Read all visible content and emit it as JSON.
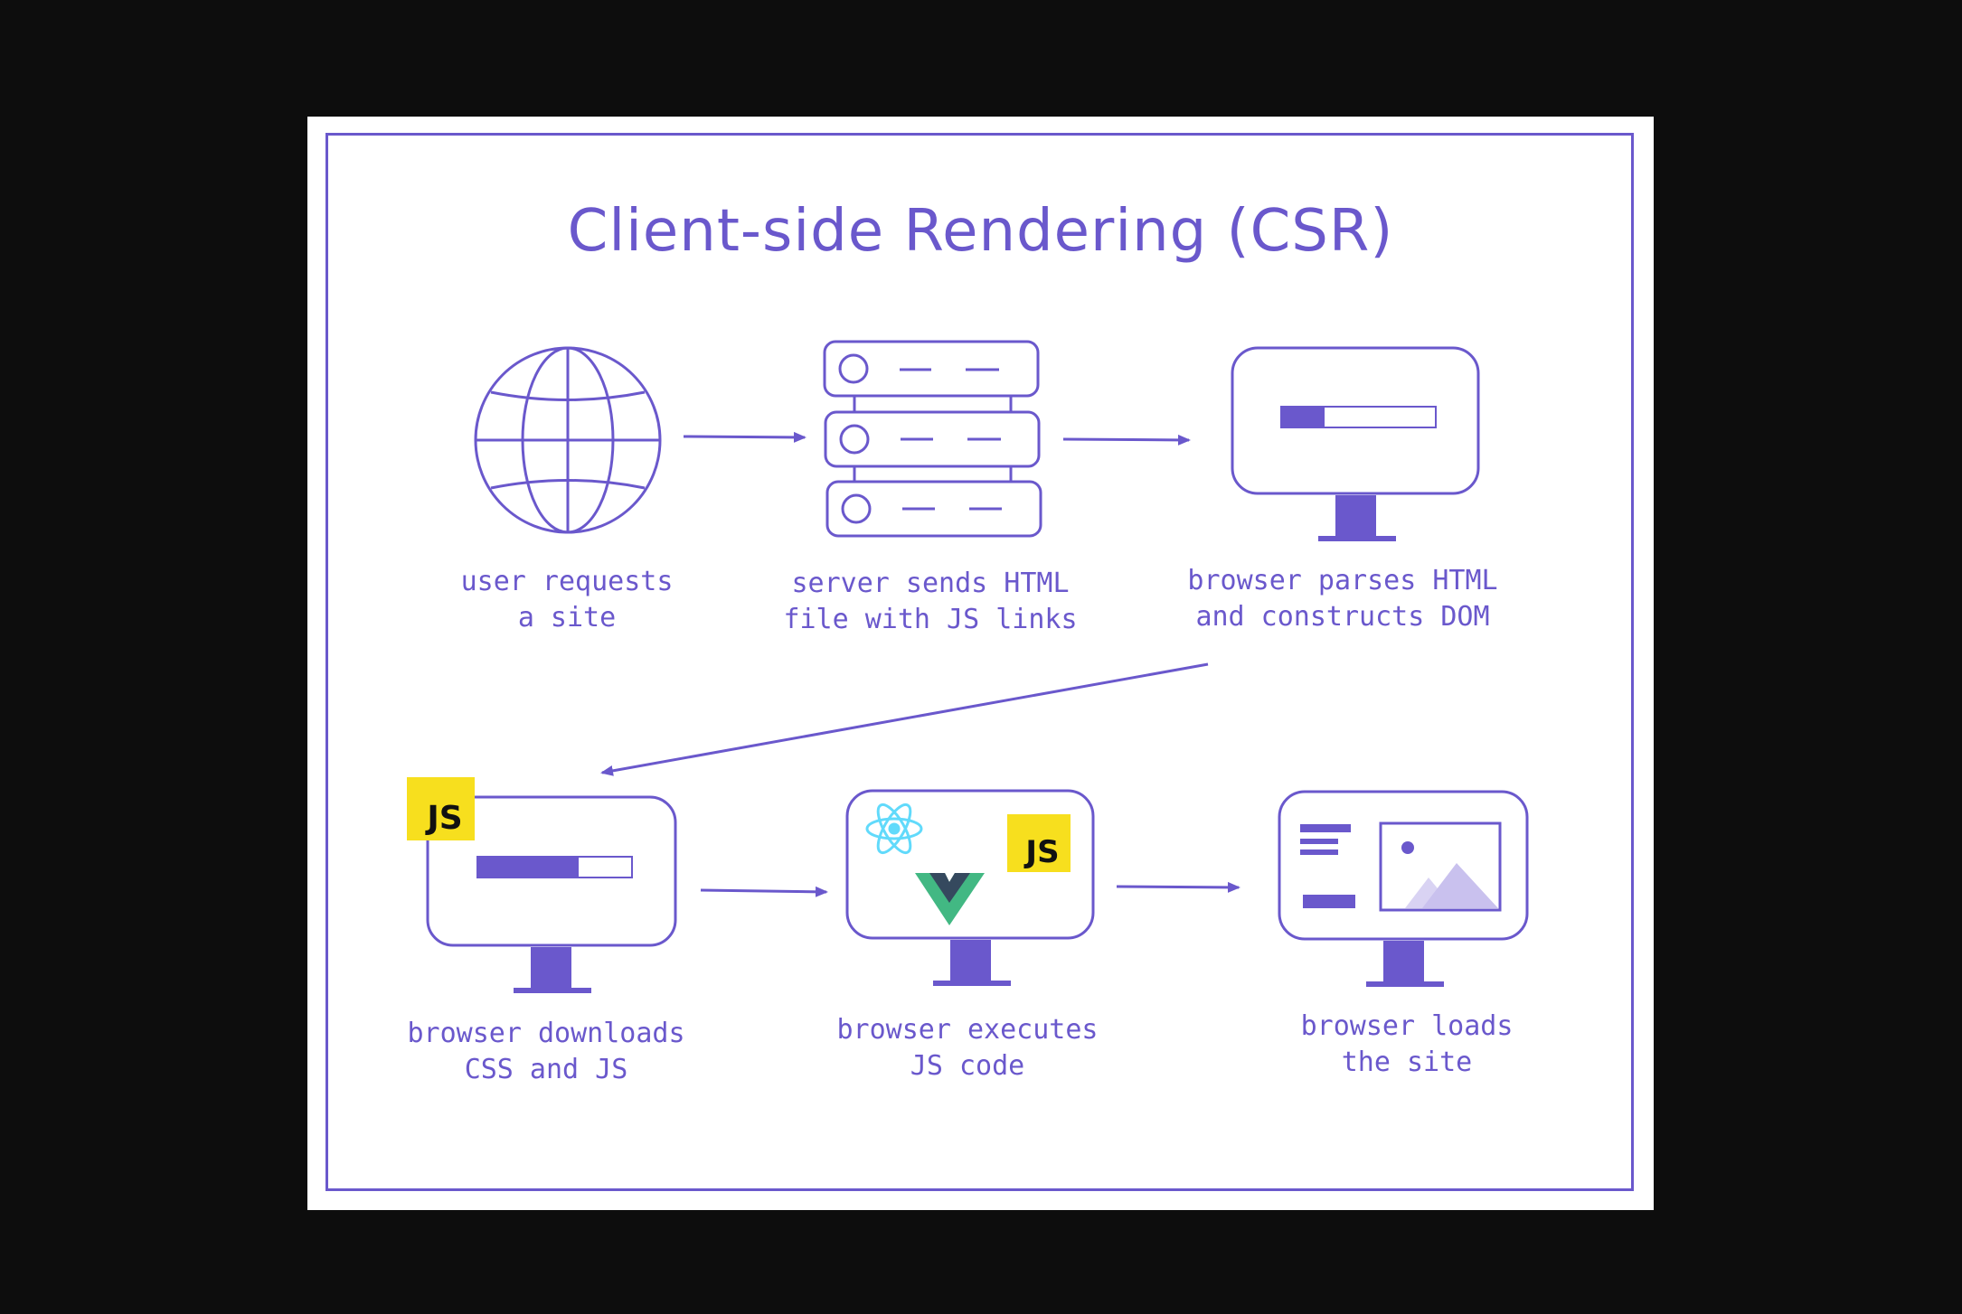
{
  "title": "Client-side Rendering (CSR)",
  "steps": [
    {
      "line1": "user requests",
      "line2": "a site"
    },
    {
      "line1": "server sends HTML",
      "line2": "file with JS links"
    },
    {
      "line1": "browser parses HTML",
      "line2": "and constructs DOM"
    },
    {
      "line1": "browser downloads",
      "line2": "CSS and JS"
    },
    {
      "line1": "browser executes",
      "line2": "JS code"
    },
    {
      "line1": "browser loads",
      "line2": "the site"
    }
  ],
  "badges": {
    "js": "JS"
  },
  "colors": {
    "stroke": "#6a58cc",
    "fill": "#6a58cc",
    "js_yellow": "#f7df1e",
    "react_cyan": "#61dafb",
    "vue_green": "#42b883",
    "vue_dark": "#35495e"
  },
  "icons": [
    "globe-icon",
    "server-icon",
    "monitor-icon",
    "react-icon",
    "vue-icon",
    "js-icon",
    "image-icon"
  ]
}
